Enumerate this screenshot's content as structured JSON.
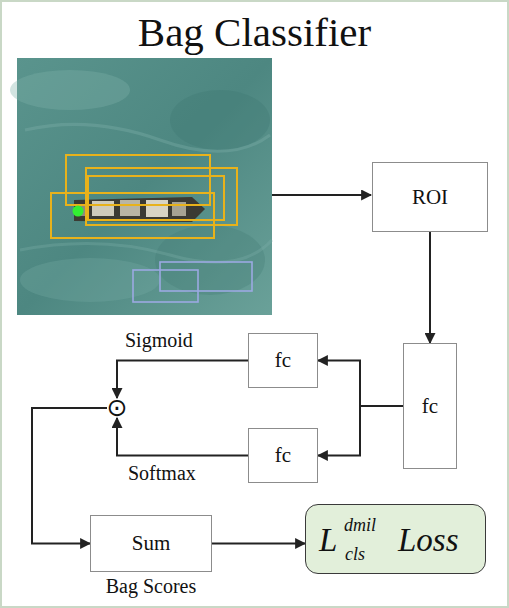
{
  "diagram": {
    "title": "Bag Classifier",
    "nodes": [
      {
        "text": [
          "ROI"
        ]
      },
      {
        "text": [
          "fc"
        ]
      },
      {
        "text": [
          "fc"
        ]
      },
      {
        "text": [
          "fc"
        ]
      },
      {
        "text": [
          "⊙"
        ]
      },
      {
        "text": [
          "Sum",
          "Bag Scores"
        ]
      },
      {
        "text": [
          "L",
          "dmil",
          "cls",
          "Loss"
        ]
      }
    ],
    "edges": [
      {
        "from": 0,
        "to": 1,
        "arrow": "to"
      },
      {
        "from": 1,
        "to": 2,
        "arrow": "to"
      },
      {
        "from": 1,
        "to": 3,
        "arrow": "to"
      },
      {
        "from": 2,
        "to": 4,
        "label": "Sigmoid",
        "arrow": "to"
      },
      {
        "from": 3,
        "to": 4,
        "label": "Softmax",
        "arrow": "to"
      },
      {
        "from": 4,
        "to": 5,
        "arrow": "to"
      },
      {
        "from": 5,
        "to": 6,
        "arrow": "to"
      }
    ]
  }
}
